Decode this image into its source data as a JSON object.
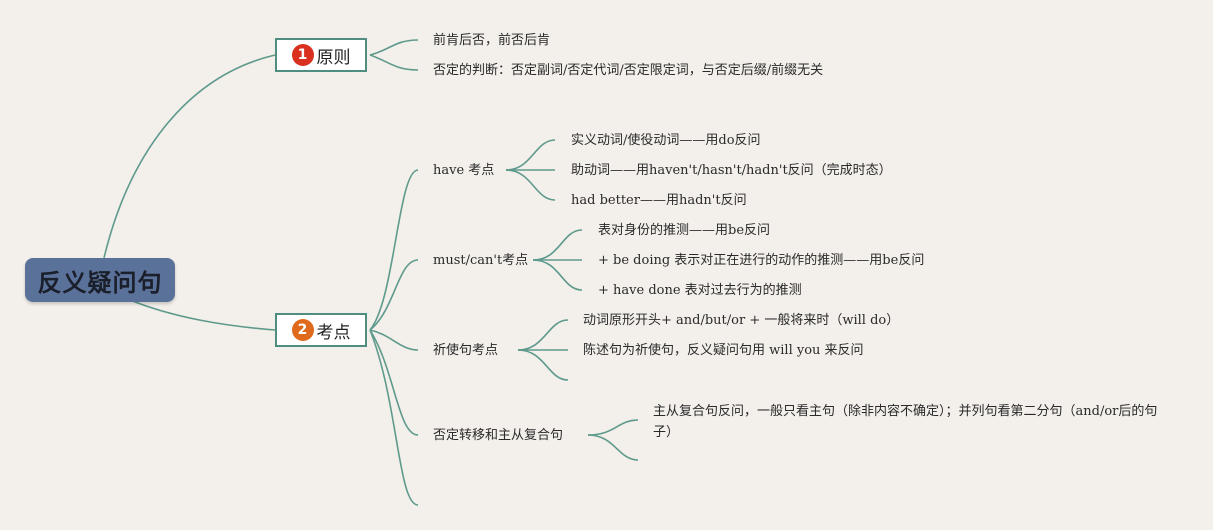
{
  "root": {
    "title": "反义疑问句"
  },
  "branches": [
    {
      "index": "1",
      "badge_color": "#d9301f",
      "label": "原则",
      "items": [
        "前肯后否，前否后肯",
        "否定的判断：否定副词/否定代词/否定限定词，与否定后缀/前缀无关"
      ]
    },
    {
      "index": "2",
      "badge_color": "#e06a1b",
      "label": "考点",
      "topics": [
        {
          "label": "have 考点",
          "items": [
            "实义动词/使役动词——用do反问",
            "助动词——用haven't/hasn't/hadn't反问（完成时态）",
            "had better——用hadn't反问"
          ]
        },
        {
          "label": "must/can't考点",
          "items": [
            "表对身份的推测——用be反问",
            "+ be doing 表示对正在进行的动作的推测——用be反问",
            "+ have done 表对过去行为的推测"
          ]
        },
        {
          "label": "祈使句考点",
          "items": [
            "动词原形开头+ and/but/or + 一般将来时（will do）",
            "陈述句为祈使句，反义疑问句用 will you 来反问"
          ]
        },
        {
          "label": "否定转移和主从复合句",
          "items": [
            "主从复合句反问，一般只看主句（除非内容不确定）；并列句看第二分句（and/or后的句子）"
          ]
        }
      ]
    }
  ],
  "colors": {
    "background": "#f3efeb",
    "link": "#5e9a8c",
    "root_fill": "#5a7299",
    "branch_border": "#4e8d80"
  }
}
